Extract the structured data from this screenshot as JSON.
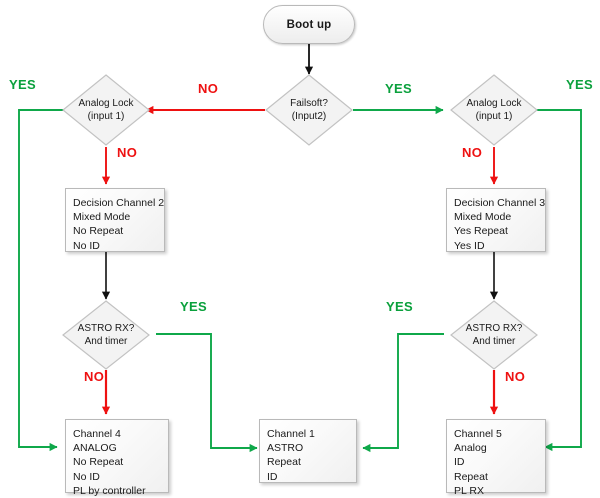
{
  "diagram": {
    "title": "Failsoft / Analog Lock decision flowchart",
    "colors": {
      "no_red": "#ee1111",
      "yes_green": "#0fa84a",
      "black": "#1a1a1a",
      "node_border": "#b9b9b9",
      "node_fill": "#f4f4f4",
      "background": "#ffffff"
    }
  },
  "nodes": {
    "boot": {
      "type": "terminator",
      "label": "Boot up"
    },
    "failsoft": {
      "type": "decision",
      "line1": "Failsoft?",
      "line2": "(Input2)"
    },
    "analog_lock_left": {
      "type": "decision",
      "line1": "Analog Lock",
      "line2": "(input 1)"
    },
    "analog_lock_right": {
      "type": "decision",
      "line1": "Analog Lock",
      "line2": "(input 1)"
    },
    "decision_channel_2": {
      "type": "process",
      "lines": [
        "Decision Channel 2",
        "Mixed Mode",
        "No Repeat",
        "No ID"
      ]
    },
    "decision_channel_3": {
      "type": "process",
      "lines": [
        "Decision Channel 3",
        "Mixed Mode",
        "Yes Repeat",
        "Yes ID"
      ]
    },
    "astro_rx_left": {
      "type": "decision",
      "line1": "ASTRO RX?",
      "line2": "And timer"
    },
    "astro_rx_right": {
      "type": "decision",
      "line1": "ASTRO RX?",
      "line2": "And timer"
    },
    "channel_4": {
      "type": "process",
      "lines": [
        "Channel 4",
        "ANALOG",
        "No Repeat",
        "No ID",
        "PL by controller"
      ]
    },
    "channel_1": {
      "type": "process",
      "lines": [
        "Channel 1",
        "ASTRO",
        "Repeat",
        "ID"
      ]
    },
    "channel_5": {
      "type": "process",
      "lines": [
        "Channel 5",
        "Analog",
        "ID",
        "Repeat",
        "PL RX"
      ]
    }
  },
  "edge_labels": {
    "yes_far_left": "YES",
    "no_failsoft_left": "NO",
    "yes_failsoft_right": "YES",
    "yes_far_right": "YES",
    "no_analog_left": "NO",
    "no_analog_right": "NO",
    "yes_astro_left": "YES",
    "yes_astro_right": "YES",
    "no_astro_left": "NO",
    "no_astro_right": "NO"
  }
}
